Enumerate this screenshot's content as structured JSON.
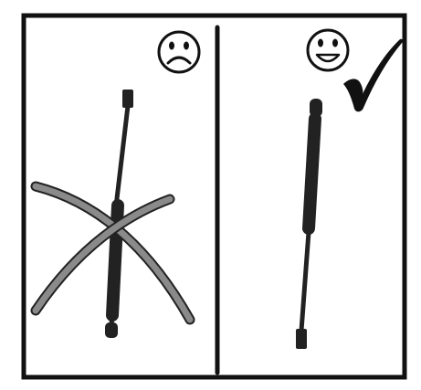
{
  "diagram": {
    "panels": [
      {
        "id": "wrong",
        "verdict": "incorrect",
        "face_icon": "sad-face-icon",
        "mark_icon": "x-cross-icon",
        "strut_orientation": "rod-up-cylinder-down"
      },
      {
        "id": "right",
        "verdict": "correct",
        "face_icon": "smiley-face-icon",
        "mark_icon": "checkmark-icon",
        "strut_orientation": "cylinder-up-rod-down"
      }
    ],
    "colors": {
      "frame": "#111111",
      "strut": "#222222",
      "cross": "#8a8a8a",
      "background": "#ffffff"
    }
  }
}
